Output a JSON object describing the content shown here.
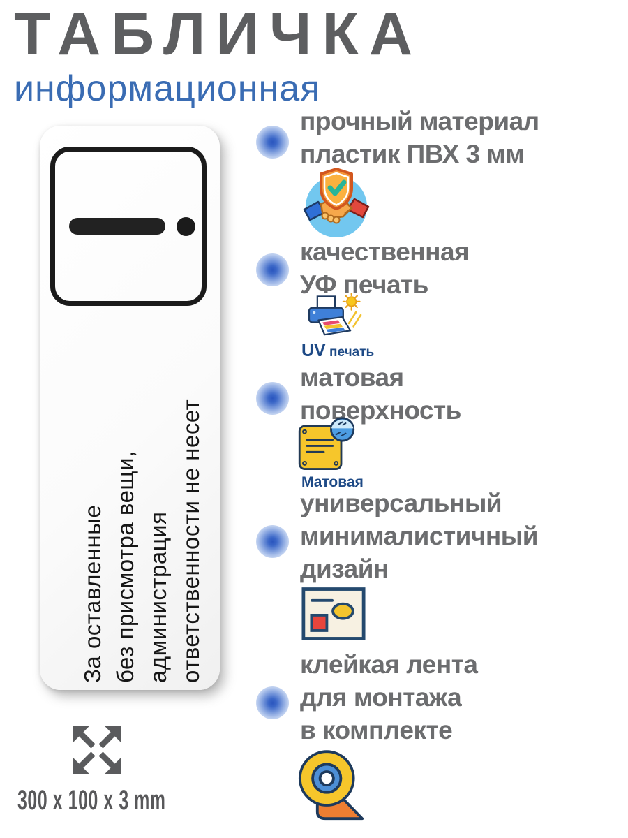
{
  "header": {
    "title": "ТАБЛИЧКА",
    "subtitle": "информационная"
  },
  "plaque": {
    "lines": [
      "За оставленные",
      "без присмотра вещи,",
      "администрация",
      "ответственности не несет"
    ],
    "pictogram": "dash-and-dot-symbol"
  },
  "features": [
    {
      "lines": [
        "прочный материал",
        "пластик ПВХ 3 мм"
      ],
      "icon": "shield-handshake-check-icon"
    },
    {
      "lines": [
        "качественная",
        "УФ печать"
      ],
      "icon": "uv-printer-sun-icon",
      "badge_strong": "UV",
      "badge_rest": " печать"
    },
    {
      "lines": [
        "матовая",
        "поверхность"
      ],
      "icon": "matte-plate-zoom-icon",
      "badge": "Матовая"
    },
    {
      "lines": [
        "универсальный",
        "минималистичный",
        "дизайн"
      ],
      "icon": "minimal-design-card-icon"
    },
    {
      "lines": [
        "клейкая лента",
        "для монтажа",
        "в комплекте"
      ],
      "icon": "adhesive-tape-roll-icon"
    }
  ],
  "dimensions": {
    "text": "300 x 100 x 3 mm",
    "icon": "expand-arrows-icon"
  },
  "colors": {
    "title_gray": "#5d5e60",
    "subtitle_blue": "#3a6cb3",
    "feature_text_gray": "#6c6d6f",
    "badge_navy": "#1e4a86",
    "bullet_blue": "#2a55be",
    "plaque_text_black": "#161616",
    "dimensions_gray": "#58585a"
  }
}
